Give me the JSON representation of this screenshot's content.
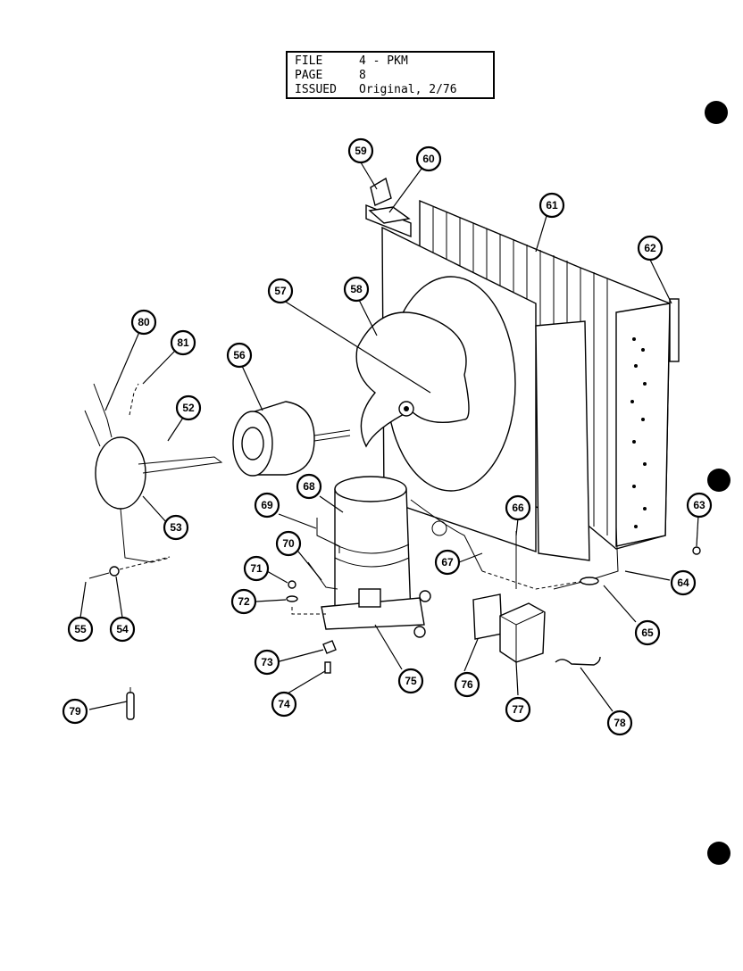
{
  "header": {
    "rows": [
      {
        "key": "FILE",
        "value": "4 - PKM"
      },
      {
        "key": "PAGE",
        "value": "8"
      },
      {
        "key": "ISSUED",
        "value": "Original, 2/76"
      }
    ]
  },
  "callouts": [
    {
      "id": "c59",
      "label": "59"
    },
    {
      "id": "c60a",
      "label": "60"
    },
    {
      "id": "c61a",
      "label": "61"
    },
    {
      "id": "c62",
      "label": "62"
    },
    {
      "id": "c57",
      "label": "57"
    },
    {
      "id": "c58",
      "label": "58"
    },
    {
      "id": "c80",
      "label": "80"
    },
    {
      "id": "c81",
      "label": "81"
    },
    {
      "id": "c52",
      "label": "52"
    },
    {
      "id": "c56",
      "label": "56"
    },
    {
      "id": "c53",
      "label": "53"
    },
    {
      "id": "c68",
      "label": "68"
    },
    {
      "id": "c69",
      "label": "69"
    },
    {
      "id": "c70",
      "label": "70"
    },
    {
      "id": "c66",
      "label": "66"
    },
    {
      "id": "c63",
      "label": "63"
    },
    {
      "id": "c67",
      "label": "67"
    },
    {
      "id": "c64",
      "label": "64"
    },
    {
      "id": "c71",
      "label": "71"
    },
    {
      "id": "c72",
      "label": "72"
    },
    {
      "id": "c55",
      "label": "55"
    },
    {
      "id": "c54",
      "label": "54"
    },
    {
      "id": "c65",
      "label": "65"
    },
    {
      "id": "c73",
      "label": "73"
    },
    {
      "id": "c75",
      "label": "75"
    },
    {
      "id": "c76",
      "label": "76"
    },
    {
      "id": "c77",
      "label": "77"
    },
    {
      "id": "c74",
      "label": "74"
    },
    {
      "id": "c78",
      "label": "78"
    },
    {
      "id": "c79",
      "label": "79"
    }
  ]
}
